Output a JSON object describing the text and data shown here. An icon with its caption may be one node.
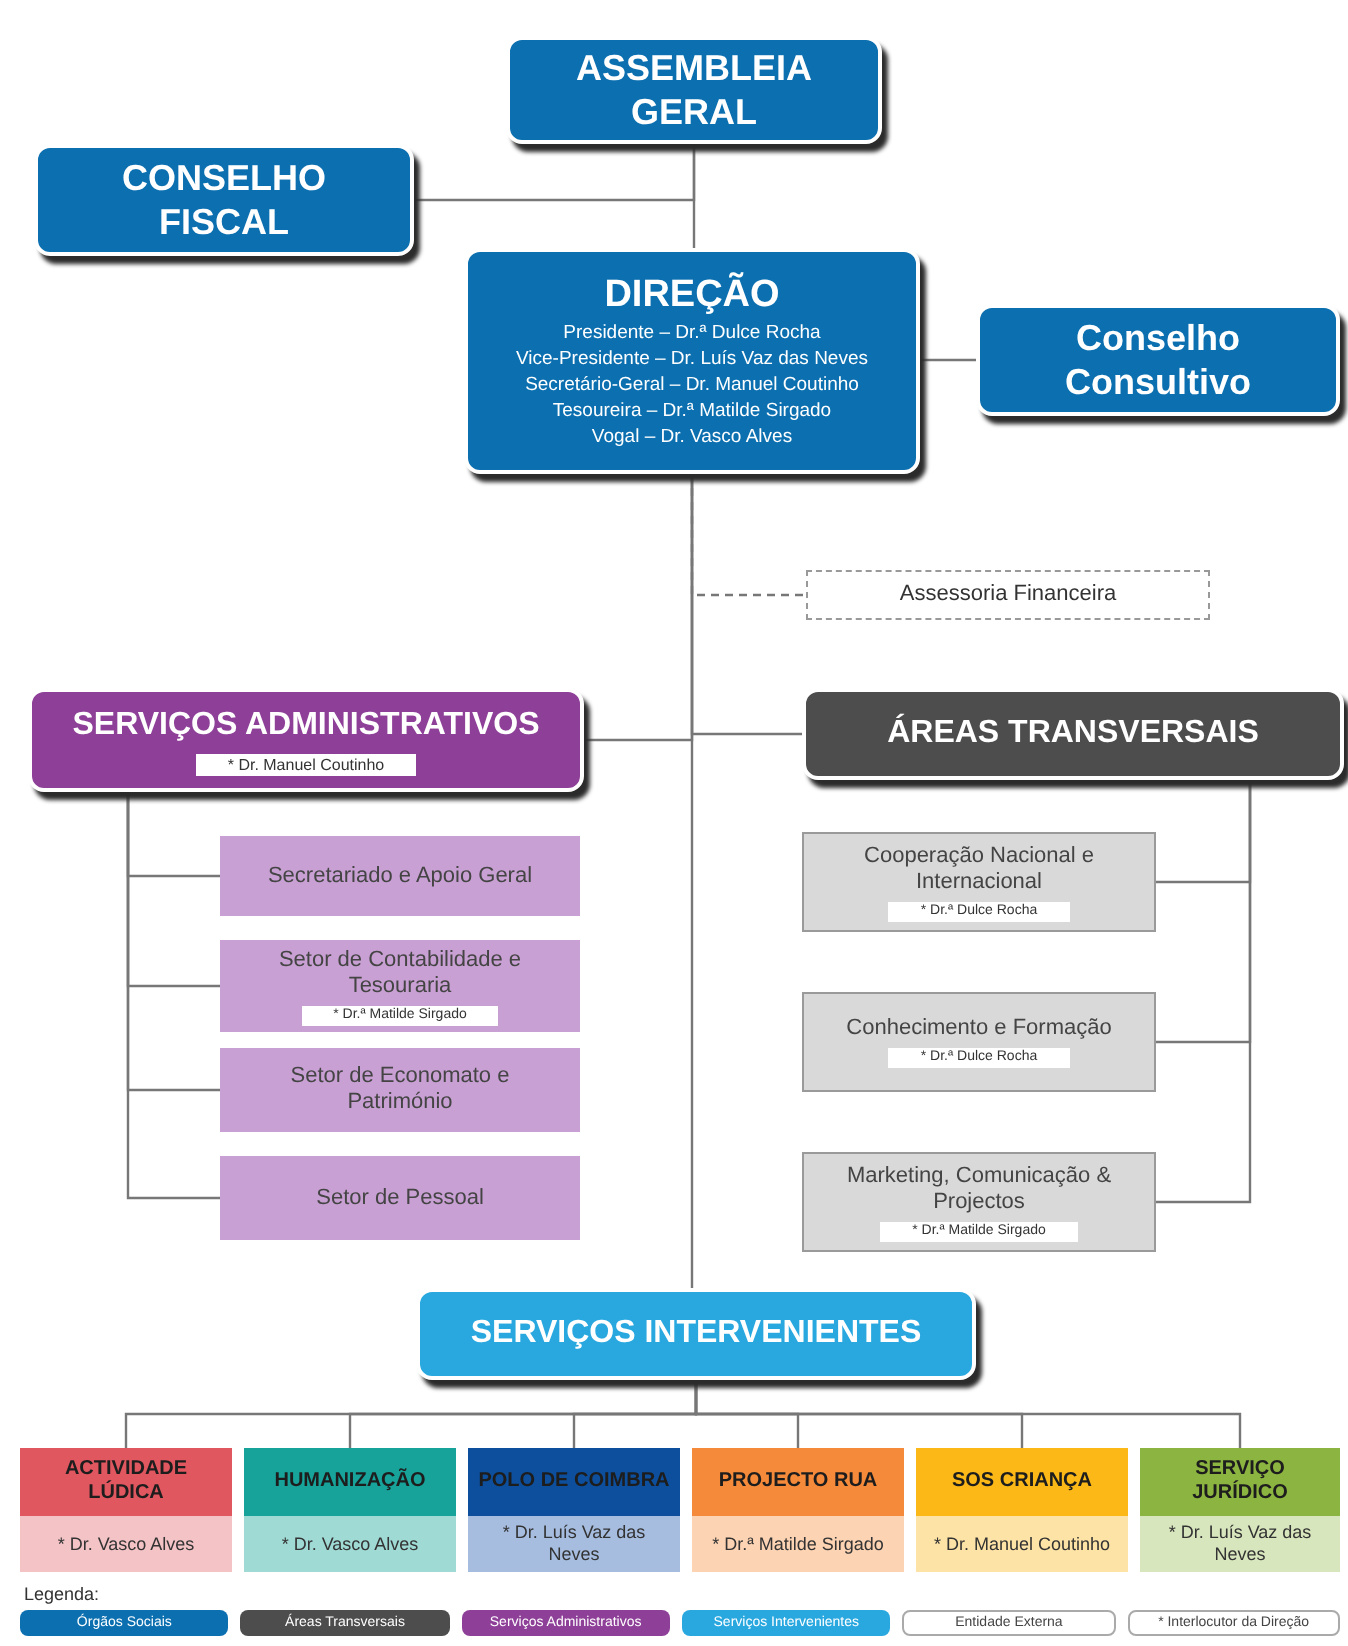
{
  "diagram": {
    "nodes": [
      {
        "text": [
          "ASSEMBLEIA GERAL"
        ]
      },
      {
        "text": [
          "CONSELHO FISCAL"
        ]
      },
      {
        "text": [
          "DIREÇÃO",
          "Presidente – Dr.ª Dulce Rocha",
          "Vice-Presidente – Dr. Luís Vaz das Neves",
          "Secretário-Geral – Dr. Manuel Coutinho",
          "Tesoureira – Dr.ª Matilde Sirgado",
          "Vogal – Dr. Vasco Alves"
        ]
      },
      {
        "text": [
          "Conselho Consultivo"
        ]
      },
      {
        "text": [
          "Assessoria Financeira"
        ]
      },
      {
        "text": [
          "SERVIÇOS ADMINISTRATIVOS",
          "* Dr. Manuel Coutinho"
        ]
      },
      {
        "text": [
          "Secretariado e Apoio Geral"
        ]
      },
      {
        "text": [
          "Setor de Contabilidade e Tesouraria",
          "* Dr.ª Matilde Sirgado"
        ]
      },
      {
        "text": [
          "Setor de Economato e Património"
        ]
      },
      {
        "text": [
          "Setor de Pessoal"
        ]
      },
      {
        "text": [
          "ÁREAS TRANSVERSAIS"
        ]
      },
      {
        "text": [
          "Cooperação Nacional e Internacional",
          "* Dr.ª Dulce Rocha"
        ]
      },
      {
        "text": [
          "Conhecimento e Formação",
          "* Dr.ª Dulce Rocha"
        ]
      },
      {
        "text": [
          "Marketing, Comunicação & Projectos",
          "* Dr.ª Matilde Sirgado"
        ]
      },
      {
        "text": [
          "SERVIÇOS INTERVENIENTES"
        ]
      },
      {
        "text": [
          "ACTIVIDADE LÚDICA",
          "* Dr. Vasco Alves"
        ]
      },
      {
        "text": [
          "HUMANIZAÇÃO",
          "* Dr. Vasco Alves"
        ]
      },
      {
        "text": [
          "POLO DE COIMBRA",
          "* Dr. Luís Vaz das Neves"
        ]
      },
      {
        "text": [
          "PROJECTO RUA",
          "* Dr.ª Matilde Sirgado"
        ]
      },
      {
        "text": [
          "SOS CRIANÇA",
          "* Dr. Manuel Coutinho"
        ]
      },
      {
        "text": [
          "SERVIÇO JURÍDICO",
          "* Dr. Luís Vaz das Neves"
        ]
      }
    ],
    "edges": [
      {
        "from": 0,
        "to": 1,
        "arrow": "none"
      },
      {
        "from": 0,
        "to": 2,
        "arrow": "none"
      },
      {
        "from": 2,
        "to": 3,
        "arrow": "none"
      },
      {
        "from": 2,
        "to": 4,
        "arrow": "none",
        "style": "dashed"
      },
      {
        "from": 2,
        "to": 5,
        "arrow": "none"
      },
      {
        "from": 2,
        "to": 10,
        "arrow": "none"
      },
      {
        "from": 2,
        "to": 14,
        "arrow": "none"
      },
      {
        "from": 5,
        "to": 6,
        "arrow": "none"
      },
      {
        "from": 5,
        "to": 7,
        "arrow": "none"
      },
      {
        "from": 5,
        "to": 8,
        "arrow": "none"
      },
      {
        "from": 5,
        "to": 9,
        "arrow": "none"
      },
      {
        "from": 10,
        "to": 11,
        "arrow": "none"
      },
      {
        "from": 10,
        "to": 12,
        "arrow": "none"
      },
      {
        "from": 10,
        "to": 13,
        "arrow": "none"
      },
      {
        "from": 14,
        "to": 15,
        "arrow": "none"
      },
      {
        "from": 14,
        "to": 16,
        "arrow": "none"
      },
      {
        "from": 14,
        "to": 17,
        "arrow": "none"
      },
      {
        "from": 14,
        "to": 18,
        "arrow": "none"
      },
      {
        "from": 14,
        "to": 19,
        "arrow": "none"
      },
      {
        "from": 14,
        "to": 20,
        "arrow": "none"
      }
    ],
    "labels": [
      "Legenda:"
    ],
    "legend": [
      {
        "text": "Órgãos Sociais",
        "color": "#0b6fb0"
      },
      {
        "text": "Áreas Transversais",
        "color": "#4d4d4d"
      },
      {
        "text": "Serviços Administrativos",
        "color": "#8e3f98"
      },
      {
        "text": "Serviços Intervenientes",
        "color": "#29a8e0"
      },
      {
        "text": "Entidade Externa",
        "color": "#ffffff"
      },
      {
        "text": "* Interlocutor da Direção",
        "color": "#ffffff"
      }
    ]
  }
}
